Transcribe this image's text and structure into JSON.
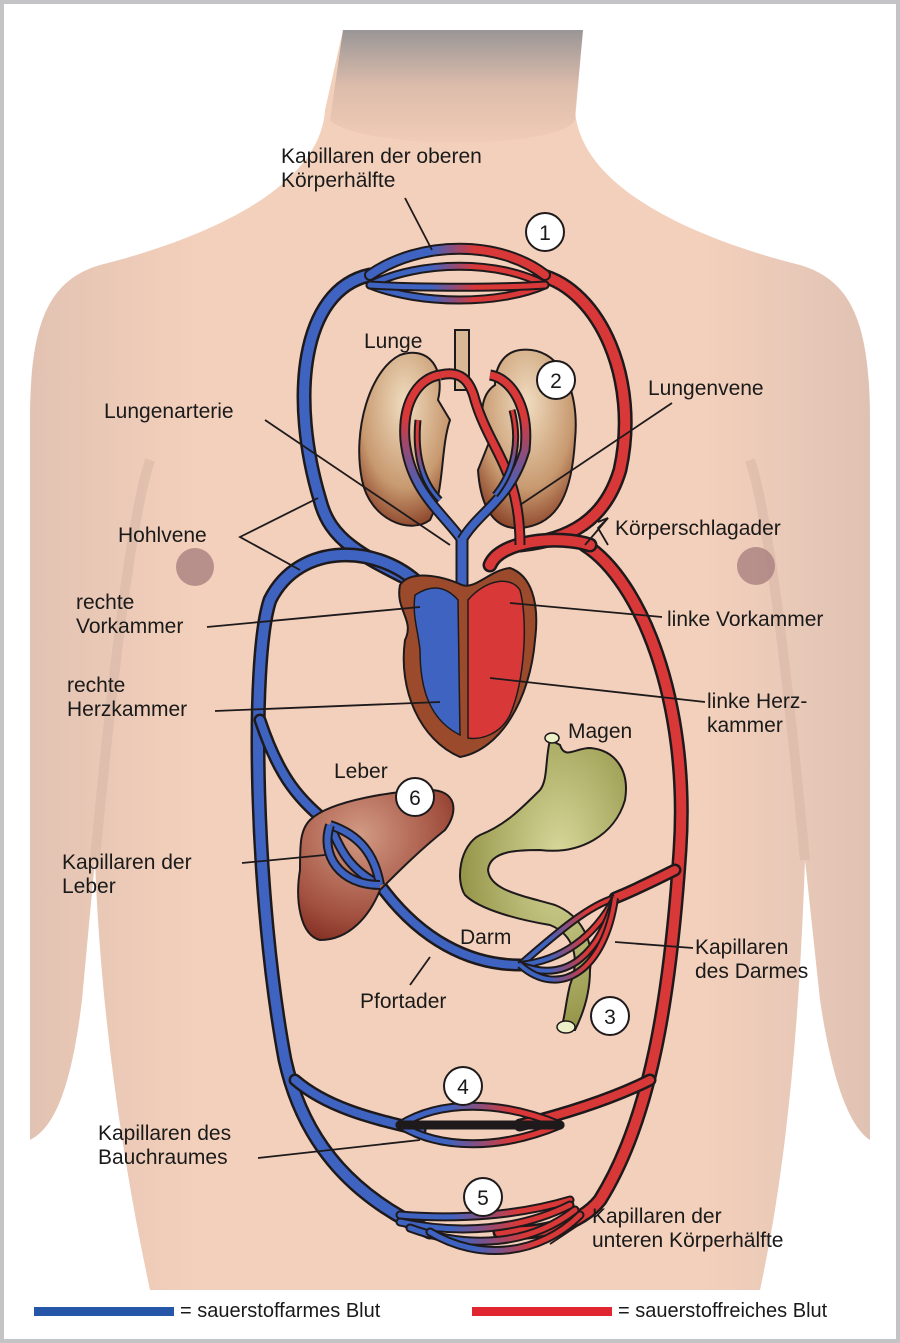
{
  "colors": {
    "venous_blue": "#3f63c0",
    "arterial_red": "#d93838",
    "skin": "#f2cdb5",
    "outline": "#1e1a1c",
    "lung": "#c9a27a",
    "heart_wall": "#9b4a2c",
    "liver": "#9c4b3a",
    "stomach": "#a7a956",
    "legend_blue": "#2556a8",
    "legend_red": "#e02630"
  },
  "labels": {
    "kapillaren_oben": [
      "Kapillaren der oberen",
      "Körperhälfte"
    ],
    "lunge": "Lunge",
    "lungenarterie": "Lungenarterie",
    "lungenvene": "Lungenvene",
    "hohlvene": "Hohlvene",
    "koerperschlagader": "Körperschlagader",
    "rechte_vorkammer": [
      "rechte",
      "Vorkammer"
    ],
    "linke_vorkammer": "linke Vorkammer",
    "rechte_herzkammer": [
      "rechte",
      "Herzkammer"
    ],
    "linke_herzkammer": [
      "linke Herz-",
      "kammer"
    ],
    "magen": "Magen",
    "leber": "Leber",
    "kapillaren_leber": [
      "Kapillaren der",
      "Leber"
    ],
    "darm": "Darm",
    "pfortader": "Pfortader",
    "kapillaren_darm": [
      "Kapillaren",
      "des Darmes"
    ],
    "kapillaren_bauch": [
      "Kapillaren des",
      "Bauchraumes"
    ],
    "kapillaren_unten": [
      "Kapillaren der",
      "unteren Körperhälfte"
    ]
  },
  "markers": [
    "1",
    "2",
    "3",
    "4",
    "5",
    "6"
  ],
  "legend": {
    "deoxygenated": "= sauerstoffarmes Blut",
    "oxygenated": "= sauerstoffreiches Blut"
  }
}
